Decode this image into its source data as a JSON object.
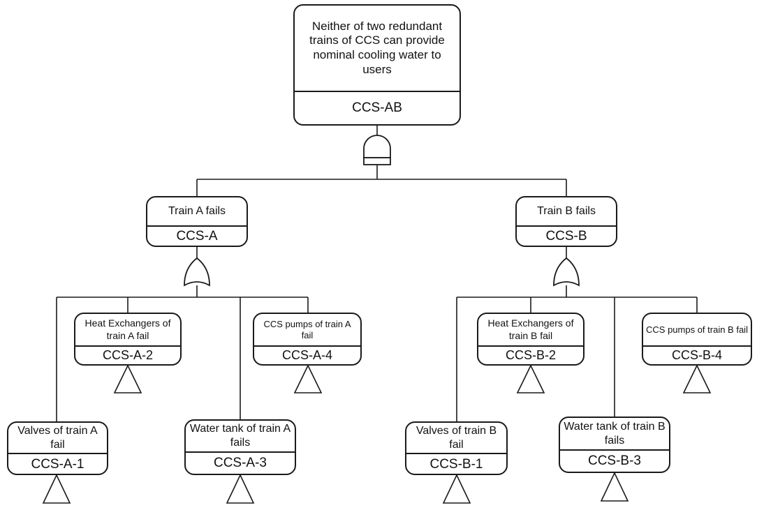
{
  "diagram": {
    "type": "fault-tree",
    "colors": {
      "line": "#1a1a1a",
      "fill": "#ffffff",
      "text": "#111111"
    },
    "top_event": {
      "description": "Neither of two redundant trains of CCS can provide nominal cooling water to users",
      "code": "CCS-AB",
      "gate": "AND"
    },
    "train_a": {
      "description": "Train A fails",
      "code": "CCS-A",
      "gate": "OR",
      "events": [
        {
          "description": "Valves of train A fail",
          "code": "CCS-A-1",
          "symbol": "transfer-triangle"
        },
        {
          "description": "Heat Exchangers of train A fail",
          "code": "CCS-A-2",
          "symbol": "transfer-triangle"
        },
        {
          "description": "Water tank of train A fails",
          "code": "CCS-A-3",
          "symbol": "transfer-triangle"
        },
        {
          "description": "CCS pumps of train A fail",
          "code": "CCS-A-4",
          "symbol": "transfer-triangle"
        }
      ]
    },
    "train_b": {
      "description": "Train B fails",
      "code": "CCS-B",
      "gate": "OR",
      "events": [
        {
          "description": "Valves of train B fail",
          "code": "CCS-B-1",
          "symbol": "transfer-triangle"
        },
        {
          "description": "Heat Exchangers of train B fail",
          "code": "CCS-B-2",
          "symbol": "transfer-triangle"
        },
        {
          "description": "Water tank of train B fails",
          "code": "CCS-B-3",
          "symbol": "transfer-triangle"
        },
        {
          "description": "CCS pumps of train B fail",
          "code": "CCS-B-4",
          "symbol": "transfer-triangle"
        }
      ]
    }
  }
}
